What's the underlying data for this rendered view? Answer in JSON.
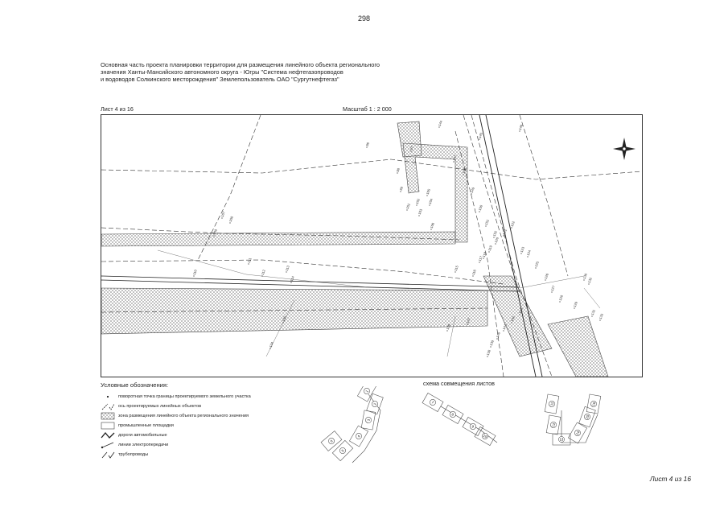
{
  "page_number": "298",
  "title_lines": [
    "Основная часть проекта планировки территории для размещения линейного объекта регионального",
    "значения Ханты-Мансийского автономного округа - Югры \"Система нефтегазопроводов",
    "и водоводов Солкинского месторождения\" Землепользователь ОАО \"Сургутнефтегаз\""
  ],
  "sheet_label": "Лист 4 из 16",
  "scale_label": "Масштаб 1 : 2 000",
  "map": {
    "point_labels": [
      "96",
      "97",
      "98",
      "99",
      "101",
      "102",
      "103",
      "104",
      "105",
      "106",
      "107",
      "108",
      "109",
      "110",
      "111",
      "112",
      "113",
      "114",
      "115",
      "116",
      "117",
      "118",
      "119",
      "120",
      "121",
      "122",
      "123",
      "124",
      "125",
      "126",
      "127",
      "128",
      "129",
      "130",
      "131",
      "132",
      "133",
      "134",
      "135",
      "136",
      "137",
      "138",
      "139",
      "140",
      "141",
      "142",
      "143",
      "144",
      "145",
      "146",
      "147",
      "148",
      "149",
      "150",
      "151",
      "152"
    ]
  },
  "legend": {
    "title": "Условные обозначения:",
    "items": [
      {
        "key": "boundary-point",
        "label": "поворотная точка границы проектируемого земельного участка"
      },
      {
        "key": "axis",
        "label": "ось проектируемых линейных объектов"
      },
      {
        "key": "zone",
        "label": "зона размещения линейного объекта регионального значения"
      },
      {
        "key": "industrial",
        "label": "промышленные площадки"
      },
      {
        "key": "roads",
        "label": "дороги автомобильные"
      },
      {
        "key": "power",
        "label": "линии электропередачи"
      },
      {
        "key": "pipelines",
        "label": "трубопроводы"
      }
    ]
  },
  "scheme": {
    "title": "схема совмещения листов",
    "sheets": [
      "1",
      "2",
      "3",
      "4",
      "5",
      "6",
      "7",
      "8",
      "9",
      "10",
      "11",
      "12",
      "13",
      "14",
      "15",
      "16"
    ]
  },
  "footer_sheet": "Лист 4 из 16"
}
